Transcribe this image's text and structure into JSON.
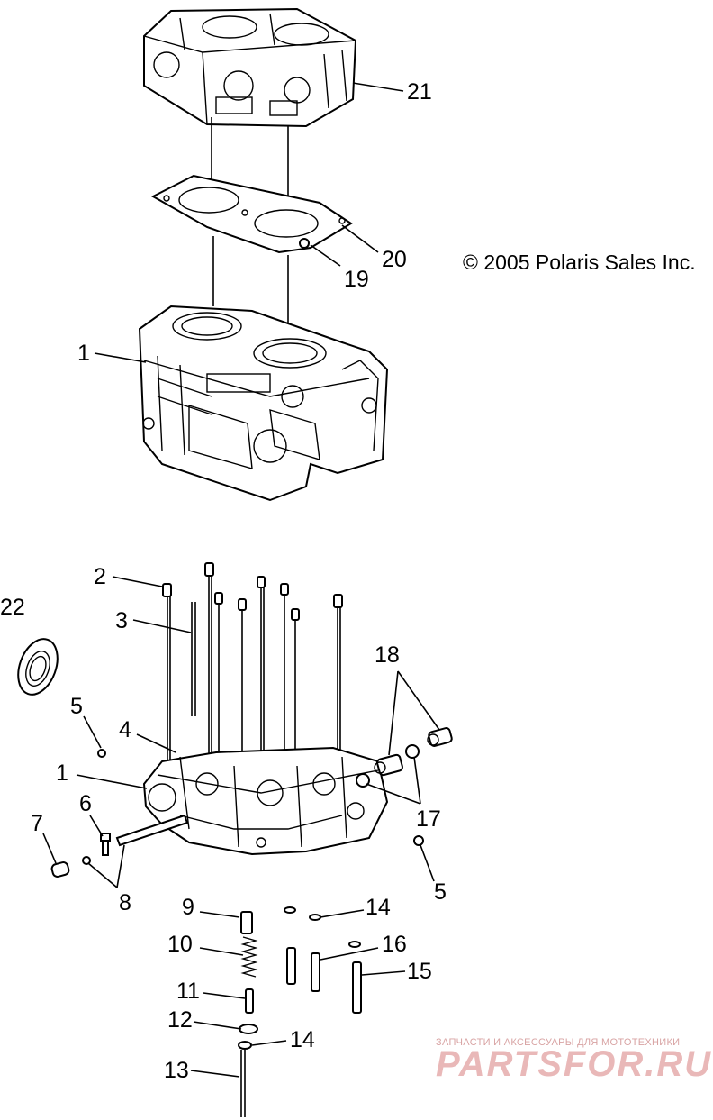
{
  "copyright": "© 2005 Polaris Sales Inc.",
  "watermark": {
    "tagline": "ЗАПЧАСТИ И АКСЕССУАРЫ ДЛЯ МОТОТЕХНИКИ",
    "brand": "PARTSFOR.RU"
  },
  "parts": {
    "p1": "1",
    "p2": "2",
    "p3": "3",
    "p4": "4",
    "p5": "5",
    "p6": "6",
    "p7": "7",
    "p8": "8",
    "p9": "9",
    "p10": "10",
    "p11": "11",
    "p12": "12",
    "p13": "13",
    "p14": "14",
    "p15": "15",
    "p16": "16",
    "p17": "17",
    "p18": "18",
    "p19": "19",
    "p20": "20",
    "p21": "21",
    "p22": "22"
  },
  "colors": {
    "line": "#000000",
    "watermark": "#e9b8b8"
  }
}
